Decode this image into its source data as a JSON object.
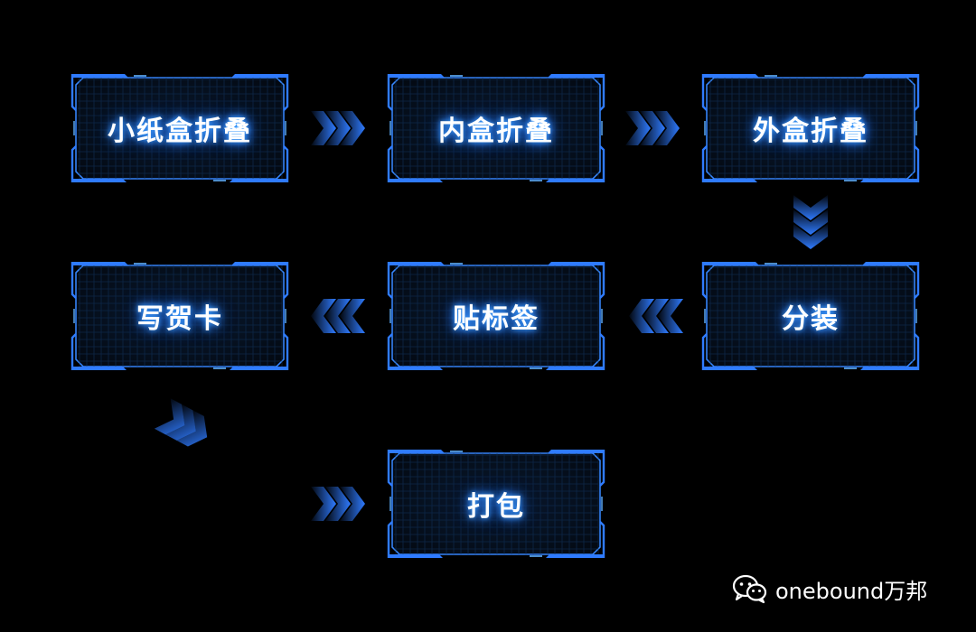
{
  "diagram": {
    "nodes": [
      {
        "id": "n1",
        "label": "小纸盒折叠"
      },
      {
        "id": "n2",
        "label": "内盒折叠"
      },
      {
        "id": "n3",
        "label": "外盒折叠"
      },
      {
        "id": "n4",
        "label": "分装"
      },
      {
        "id": "n5",
        "label": "贴标签"
      },
      {
        "id": "n6",
        "label": "写贺卡"
      },
      {
        "id": "n7",
        "label": "打包"
      }
    ],
    "edges": [
      {
        "from": "n1",
        "to": "n2"
      },
      {
        "from": "n2",
        "to": "n3"
      },
      {
        "from": "n3",
        "to": "n4"
      },
      {
        "from": "n4",
        "to": "n5"
      },
      {
        "from": "n5",
        "to": "n6"
      },
      {
        "from": "n6",
        "to": "n7"
      }
    ]
  },
  "colors": {
    "background": "#000000",
    "frame_border": "#2f7bff",
    "frame_fill": "#06101f",
    "grid": "#0f2a4d",
    "arrow": "#2f7bff",
    "label_glow": "#3fa0ff"
  },
  "watermark": {
    "icon": "wechat-icon",
    "text": "onebound万邦"
  }
}
